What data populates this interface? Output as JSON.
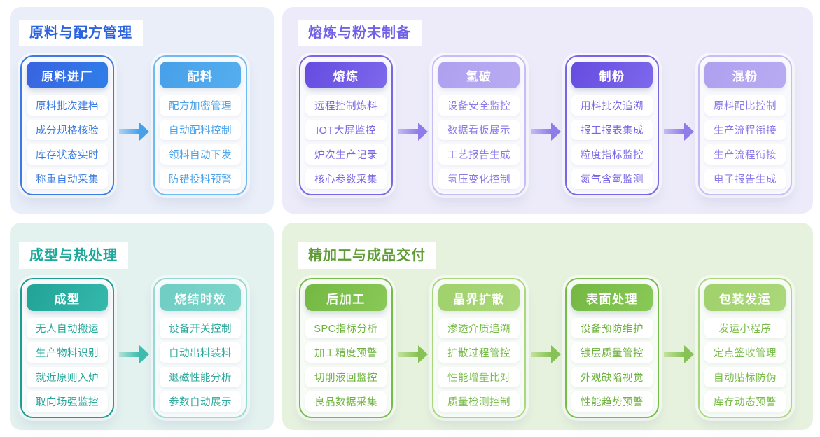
{
  "sections": [
    {
      "title": "原料与配方管理",
      "theme": {
        "panel_bg": "#E9EEF8",
        "title_color": "#2B63E0",
        "border_dark": "#3B7BE2",
        "border_light": "#6FBBEF",
        "hdr_dark_a": "#3A62E0",
        "hdr_dark_b": "#2E7FEA",
        "hdr_light_a": "#47A0E8",
        "hdr_light_b": "#55AEEF",
        "item_color": "#3B7BE2",
        "item_color_light": "#4BA3EA",
        "arrow_from": "#A9D4F4",
        "arrow_to": "#47A0EA"
      },
      "cards": [
        {
          "header": "原料进厂",
          "variant": "dark",
          "items": [
            "原料批次建档",
            "成分规格核验",
            "库存状态实时",
            "称重自动采集"
          ]
        },
        {
          "header": "配料",
          "variant": "light",
          "items": [
            "配方加密管理",
            "自动配料控制",
            "领料自动下发",
            "防错投料预警"
          ]
        }
      ]
    },
    {
      "title": "熔炼与粉末制备",
      "theme": {
        "panel_bg": "#EDEBF9",
        "title_color": "#7161E8",
        "border_dark": "#7766E6",
        "border_light": "#C7BCF4",
        "hdr_dark_a": "#654CE0",
        "hdr_dark_b": "#7E68EC",
        "hdr_light_a": "#AFA0EF",
        "hdr_light_b": "#B8ABF2",
        "item_color": "#7766E6",
        "item_color_light": "#8A7AEA",
        "arrow_from": "#C6BBF3",
        "arrow_to": "#8F7BEA"
      },
      "cards": [
        {
          "header": "熔炼",
          "variant": "dark",
          "items": [
            "远程控制炼料",
            "IOT大屏监控",
            "炉次生产记录",
            "核心参数采集"
          ]
        },
        {
          "header": "氢破",
          "variant": "light",
          "items": [
            "设备安全监控",
            "数据看板展示",
            "工艺报告生成",
            "氢压变化控制"
          ]
        },
        {
          "header": "制粉",
          "variant": "dark",
          "items": [
            "用料批次追溯",
            "报工报表集成",
            "粒度指标监控",
            "氮气含氧监测"
          ]
        },
        {
          "header": "混粉",
          "variant": "light",
          "items": [
            "原料配比控制",
            "生产流程衔接",
            "生产流程衔接",
            "电子报告生成"
          ]
        }
      ]
    },
    {
      "title": "成型与热处理",
      "theme": {
        "panel_bg": "#E3F1EF",
        "title_color": "#1CA89A",
        "border_dark": "#1D9C8F",
        "border_light": "#93DAD1",
        "hdr_dark_a": "#21A396",
        "hdr_dark_b": "#35B9AC",
        "hdr_light_a": "#6FCDC3",
        "hdr_light_b": "#7ED6CB",
        "item_color": "#24A89A",
        "item_color_light": "#2FA99C",
        "arrow_from": "#AEE2DA",
        "arrow_to": "#3DBCAD"
      },
      "cards": [
        {
          "header": "成型",
          "variant": "dark",
          "items": [
            "无人自动搬运",
            "生产物料识别",
            "就近原则入炉",
            "取向场强监控"
          ]
        },
        {
          "header": "烧结时效",
          "variant": "light",
          "items": [
            "设备开关控制",
            "自动出料装料",
            "退磁性能分析",
            "参数自动展示"
          ]
        }
      ]
    },
    {
      "title": "精加工与成品交付",
      "theme": {
        "panel_bg": "#E7F2DE",
        "title_color": "#5F9C35",
        "border_dark": "#76BC48",
        "border_light": "#A9D77C",
        "hdr_dark_a": "#74B843",
        "hdr_dark_b": "#89C957",
        "hdr_light_a": "#A0D16C",
        "hdr_light_b": "#ABD87A",
        "item_color": "#6CB23C",
        "item_color_light": "#78BC48",
        "arrow_from": "#C4E29E",
        "arrow_to": "#86C254"
      },
      "cards": [
        {
          "header": "后加工",
          "variant": "dark",
          "items": [
            "SPC指标分析",
            "加工精度预警",
            "切削液回监控",
            "良品数据采集"
          ]
        },
        {
          "header": "晶界扩散",
          "variant": "light",
          "items": [
            "渗透介质追溯",
            "扩散过程管控",
            "性能增量比对",
            "质量检测控制"
          ]
        },
        {
          "header": "表面处理",
          "variant": "dark",
          "items": [
            "设备预防维护",
            "镀层质量管控",
            "外观缺陷视觉",
            "性能趋势预警"
          ]
        },
        {
          "header": "包装发运",
          "variant": "light",
          "items": [
            "发运小程序",
            "定点签收管理",
            "自动贴标防伪",
            "库存动态预警"
          ]
        }
      ]
    }
  ]
}
